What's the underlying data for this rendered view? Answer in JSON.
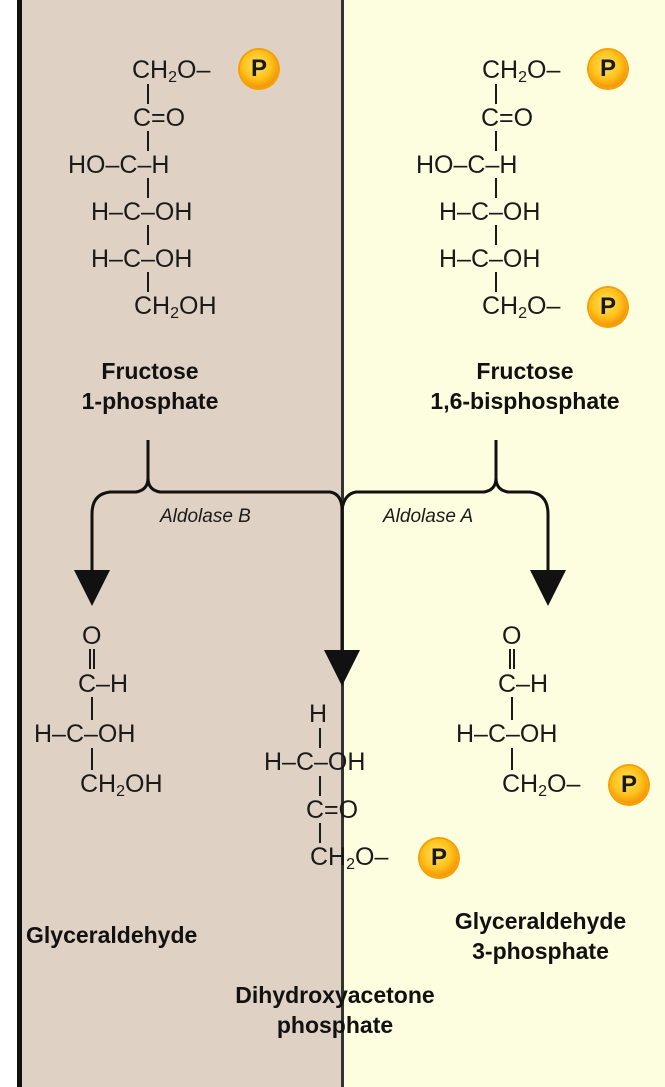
{
  "fructose_1p": {
    "lines": [
      "CH₂O–",
      "C=O",
      "HO–C–H",
      "H–C–OH",
      "H–C–OH",
      "CH₂OH"
    ],
    "phosphate_label": "P",
    "name_line1": "Fructose",
    "name_line2": "1-phosphate"
  },
  "fructose_16bp": {
    "lines": [
      "CH₂O–",
      "C=O",
      "HO–C–H",
      "H–C–OH",
      "H–C–OH",
      "CH₂O–"
    ],
    "phosphate_label": "P",
    "name_line1": "Fructose",
    "name_line2": "1,6-bisphosphate"
  },
  "enzymes": {
    "left": "Aldolase B",
    "right": "Aldolase A"
  },
  "glyceraldehyde": {
    "lines": [
      "O",
      "C–H",
      "H–C–OH",
      "CH₂OH"
    ],
    "name": "Glyceraldehyde"
  },
  "dhap": {
    "lines": [
      "H",
      "H–C–OH",
      "C=O",
      "CH₂O–"
    ],
    "phosphate_label": "P",
    "name_line1": "Dihydroxyacetone",
    "name_line2": "phosphate"
  },
  "g3p": {
    "lines": [
      "O",
      "C–H",
      "H–C–OH",
      "CH₂O–"
    ],
    "phosphate_label": "P",
    "name_line1": "Glyceraldehyde",
    "name_line2": "3-phosphate"
  },
  "colors": {
    "left_panel": "#dfd1c3",
    "right_panel": "#fdfde0",
    "phosphate": "#ffc21a"
  }
}
